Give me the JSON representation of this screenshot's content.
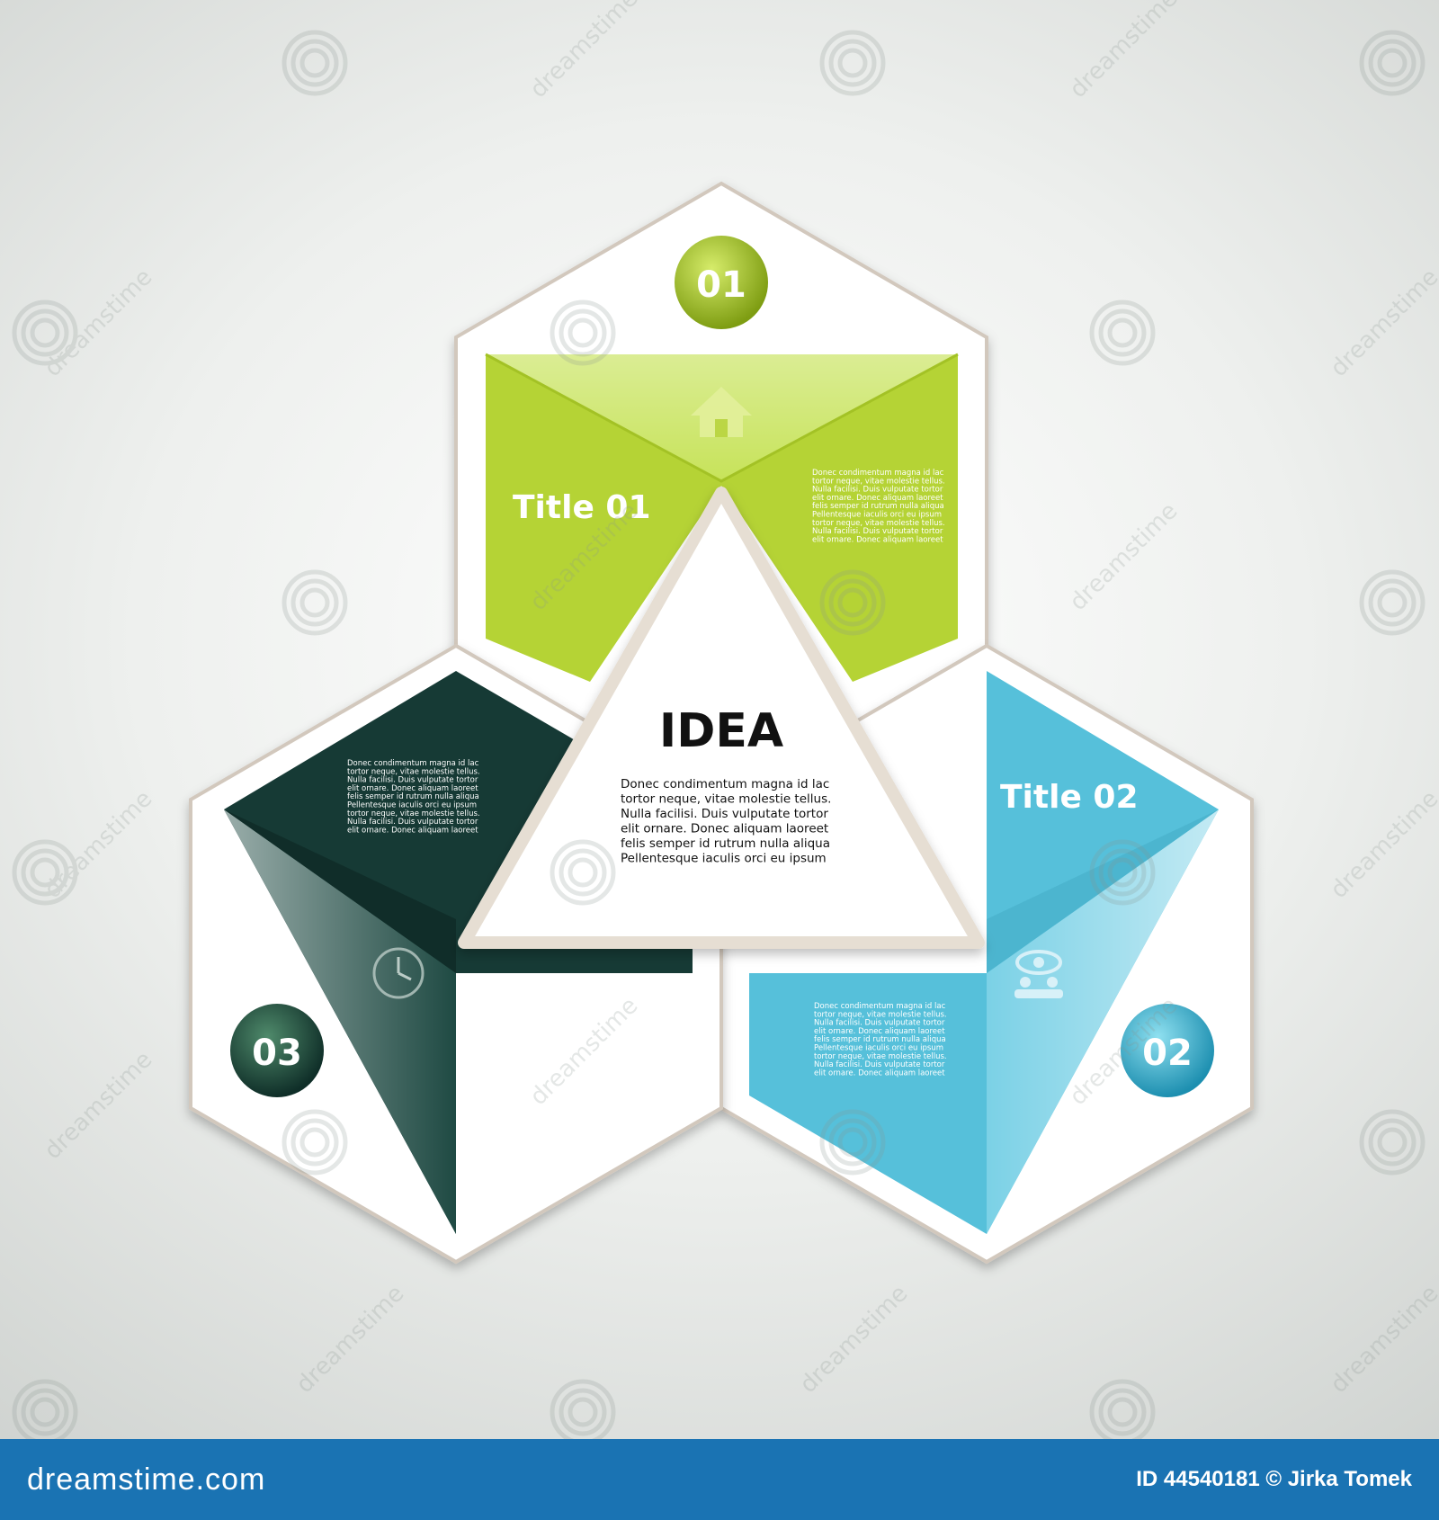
{
  "center": {
    "title": "IDEA",
    "body_lines": [
      "Donec condimentum magna id lac",
      "tortor neque, vitae molestie tellus.",
      "Nulla facilisi. Duis vulputate tortor",
      "elit ornare. Donec aliquam laoreet",
      "felis semper id rutrum nulla aliqua",
      "Pellentesque iaculis orci eu ipsum"
    ]
  },
  "steps": [
    {
      "number": "01",
      "title": "Title 01",
      "icon": "house-icon",
      "color": "#b5d335",
      "body_lines": [
        "Donec condimentum magna id lac",
        "tortor neque, vitae molestie tellus.",
        "Nulla facilisi. Duis vulputate tortor",
        "elit ornare. Donec aliquam laoreet",
        "felis semper id rutrum nulla aliqua",
        "Pellentesque iaculis orci eu ipsum",
        "tortor neque, vitae molestie tellus.",
        "Nulla facilisi. Duis vulputate tortor",
        "elit ornare. Donec aliquam laoreet"
      ]
    },
    {
      "number": "02",
      "title": "Title 02",
      "icon": "people-eye-icon",
      "color": "#56c0da",
      "body_lines": [
        "Donec condimentum magna id lac",
        "tortor neque, vitae molestie tellus.",
        "Nulla facilisi. Duis vulputate tortor",
        "elit ornare. Donec aliquam laoreet",
        "felis semper id rutrum nulla aliqua",
        "Pellentesque iaculis orci eu ipsum",
        "tortor neque, vitae molestie tellus.",
        "Nulla facilisi. Duis vulputate tortor",
        "elit ornare. Donec aliquam laoreet"
      ]
    },
    {
      "number": "03",
      "title": "Title 03",
      "icon": "clock-icon",
      "color": "#163a35",
      "body_lines": [
        "Donec condimentum magna id lac",
        "tortor neque, vitae molestie tellus.",
        "Nulla facilisi. Duis vulputate tortor",
        "elit ornare. Donec aliquam laoreet",
        "felis semper id rutrum nulla aliqua",
        "Pellentesque iaculis orci eu ipsum",
        "tortor neque, vitae molestie tellus.",
        "Nulla facilisi. Duis vulputate tortor",
        "elit ornare. Donec aliquam laoreet"
      ]
    }
  ],
  "watermark": "dreamstime",
  "footer": {
    "logo": "dreamstime.com",
    "credit": "ID 44540181 © Jirka Tomek"
  }
}
